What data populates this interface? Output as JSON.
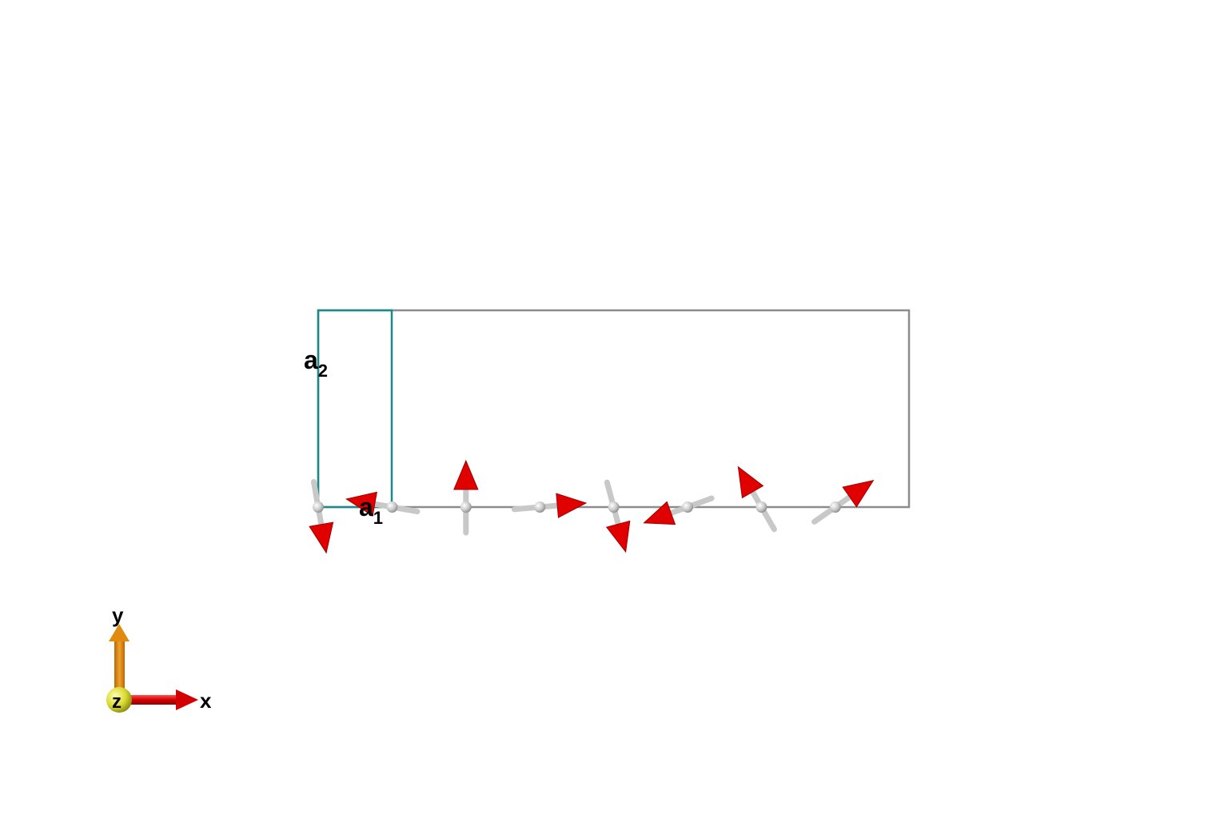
{
  "figure": {
    "lattice_labels": {
      "a1": {
        "main": "a",
        "sub": "1"
      },
      "a2": {
        "main": "a",
        "sub": "2"
      }
    },
    "axes_triad": {
      "x_label": "x",
      "y_label": "y",
      "z_label": "z"
    },
    "spin_angles_deg": [
      -80,
      170,
      90,
      5,
      -75,
      200,
      120,
      35
    ],
    "colors": {
      "supercell": "#8c8c8c",
      "unit_cell": "#1a8a8a",
      "spin_cone": "#e00000",
      "bond": "#c8c8c8",
      "x_axis": "#d40000",
      "y_axis": "#e08a10",
      "z_sphere": "#d8d830"
    }
  }
}
